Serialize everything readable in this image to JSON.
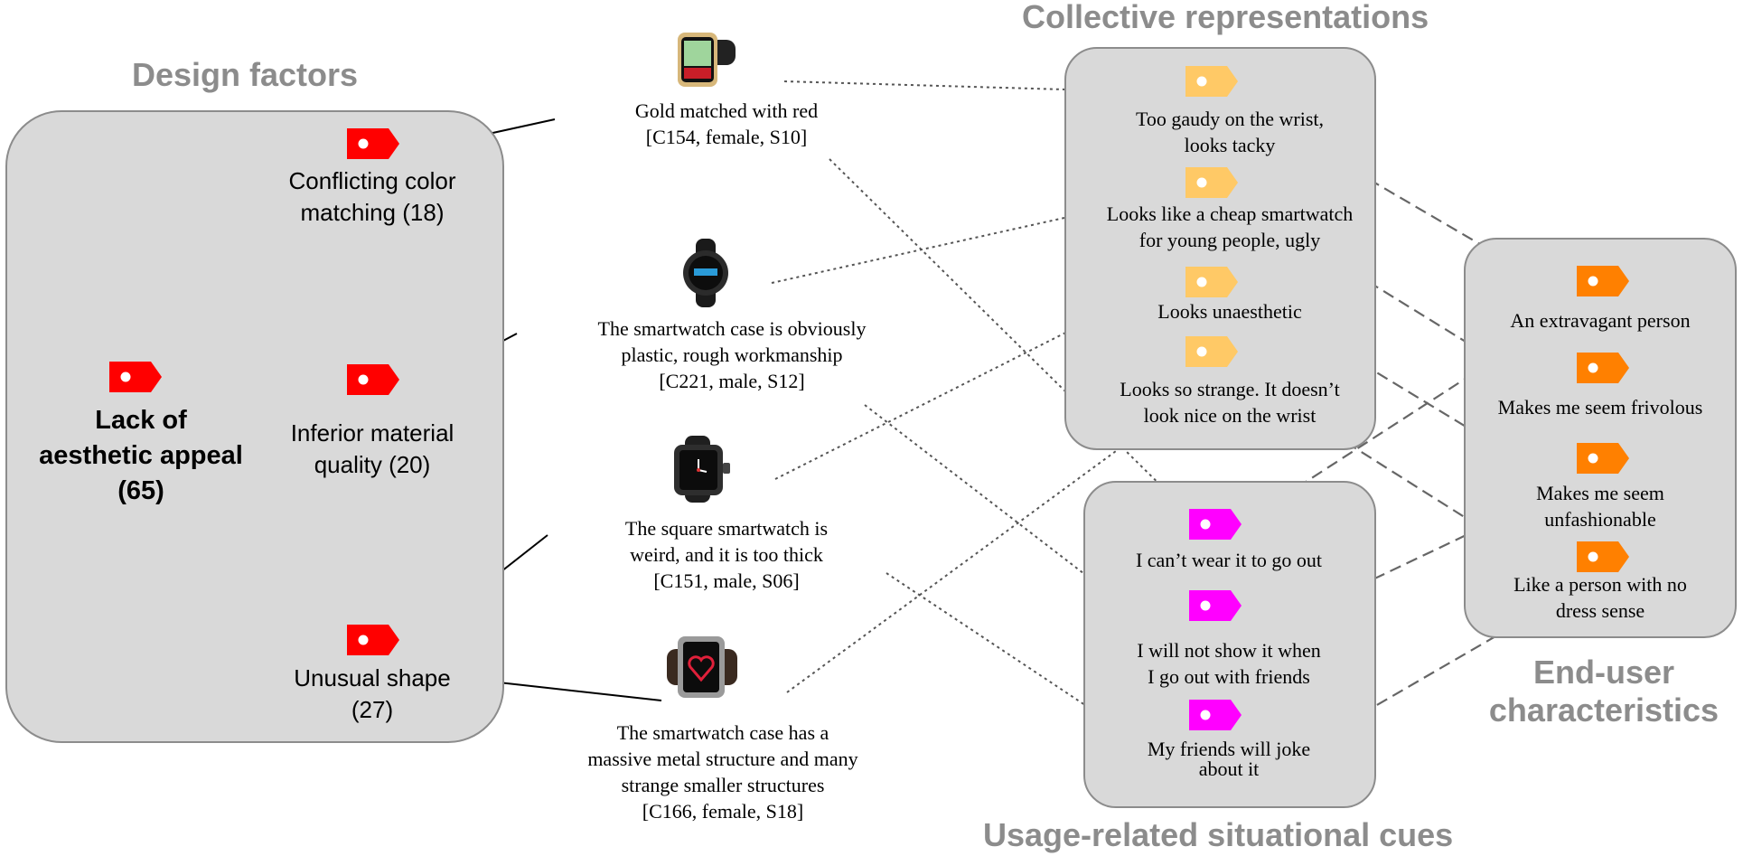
{
  "colors": {
    "panel_fill": "#d9d9d9",
    "panel_border": "#8c8c8c",
    "heading": "#8c8c8c",
    "design_tag": "#ff0000",
    "collective_tag": "#ffc966",
    "usage_tag": "#ff00ff",
    "enduser_tag": "#ff8000"
  },
  "headings": {
    "design": "Design factors",
    "collective": "Collective representations",
    "usage": "Usage-related situational cues",
    "enduser": [
      "End-user",
      "characteristics"
    ]
  },
  "design": {
    "root_lines": [
      "Lack of",
      "aesthetic appeal",
      "(65)"
    ],
    "factors": [
      {
        "lines": [
          "Conflicting color",
          "matching (18)"
        ]
      },
      {
        "lines": [
          "Inferior material",
          "quality (20)"
        ]
      },
      {
        "lines": [
          "Unusual shape",
          "(27)"
        ]
      }
    ]
  },
  "quotes": [
    {
      "lines": [
        "Gold matched with red",
        "[C154, female, S10]"
      ],
      "image": "smartwatch-gold-red"
    },
    {
      "lines": [
        "The smartwatch case is obviously",
        "plastic, rough workmanship",
        "[C221, male, S12]"
      ],
      "image": "smartwatch-round-plastic"
    },
    {
      "lines": [
        "The square smartwatch is",
        "weird, and it is too thick",
        "[C151, male, S06]"
      ],
      "image": "smartwatch-square-thick"
    },
    {
      "lines": [
        "The smartwatch case has a",
        "massive metal structure and many",
        "strange smaller structures",
        "[C166, female, S18]"
      ],
      "image": "smartwatch-metal-heart"
    }
  ],
  "collective": [
    {
      "lines": [
        "Too gaudy on the wrist,",
        "looks tacky"
      ]
    },
    {
      "lines": [
        "Looks like a cheap smartwatch",
        "for young people, ugly"
      ]
    },
    {
      "lines": [
        "Looks unaesthetic"
      ]
    },
    {
      "lines": [
        "Looks so strange. It doesn’t",
        "look nice on the wrist"
      ]
    }
  ],
  "usage": [
    {
      "lines": [
        "I can’t wear it to go out"
      ]
    },
    {
      "lines": [
        "I will not show it when",
        "I go out with friends"
      ]
    },
    {
      "lines": [
        "My friends will joke",
        "about it"
      ]
    }
  ],
  "enduser": [
    {
      "lines": [
        "An extravagant person"
      ]
    },
    {
      "lines": [
        "Makes me seem frivolous"
      ]
    },
    {
      "lines": [
        "Makes me seem",
        "unfashionable"
      ]
    },
    {
      "lines": [
        "Like a person with no",
        "dress sense"
      ]
    }
  ]
}
